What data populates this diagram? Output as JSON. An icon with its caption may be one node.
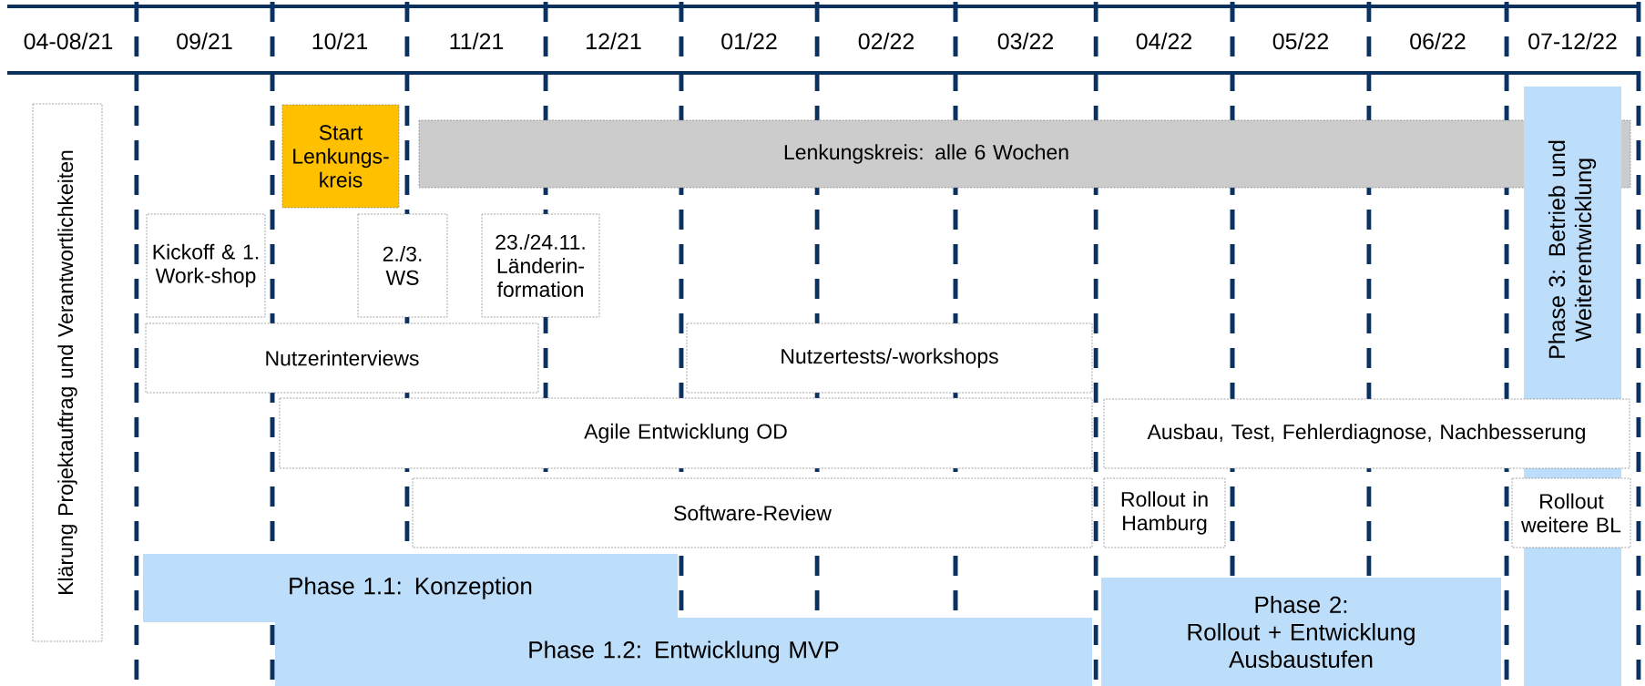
{
  "diagram": {
    "nodes": [
      {
        "text": [
          "Klärung Projektauftrag und Verantwortlichkeiten"
        ]
      },
      {
        "text": [
          "Start Lenkungs-kreis"
        ]
      },
      {
        "text": [
          "Lenkungskreis: alle 6 Wochen"
        ]
      },
      {
        "text": [
          "Phase 3: Betrieb und Weiterentwicklung"
        ]
      },
      {
        "text": [
          "Kickoff & 1. Work-shop"
        ]
      },
      {
        "text": [
          "2./3. WS"
        ]
      },
      {
        "text": [
          "23./24.11. Länderin-formation"
        ]
      },
      {
        "text": [
          "Nutzerinterviews"
        ]
      },
      {
        "text": [
          "Nutzertests/-workshops"
        ]
      },
      {
        "text": [
          "Agile Entwicklung OD"
        ]
      },
      {
        "text": [
          "Ausbau, Test, Fehlerdiagnose, Nachbesserung"
        ]
      },
      {
        "text": [
          "Software-Review"
        ]
      },
      {
        "text": [
          "Rollout in Hamburg"
        ]
      },
      {
        "text": [
          "Rollout weitere BL"
        ]
      },
      {
        "text": [
          "Phase 1.1: Konzeption"
        ]
      },
      {
        "text": [
          "Phase 1.2: Entwicklung MVP"
        ]
      },
      {
        "text": [
          "Phase 2:",
          "Rollout + Entwicklung Ausbaustufen"
        ]
      }
    ],
    "labels": [
      "04-08/21",
      "09/21",
      "10/21",
      "11/21",
      "12/21",
      "01/22",
      "02/22",
      "03/22",
      "04/22",
      "05/22",
      "06/22",
      "07-12/22"
    ]
  }
}
